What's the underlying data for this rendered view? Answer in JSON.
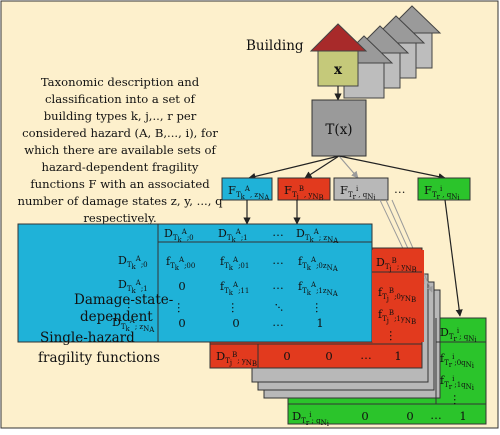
{
  "colors": {
    "background": "#fdf0cc",
    "border": "#333333",
    "roof_red": "#a82a2a",
    "roof_gray": "#9a9a9a",
    "house_body": "#c5c97a",
    "house_body_gray": "#bdbdbd",
    "txbox": "#9a9a9a",
    "type_k": "#1fb2d8",
    "type_j": "#e23a1e",
    "type_r_gray": "#b8b8b8",
    "type_i": "#2bc42b",
    "arrow": "#222222",
    "arrow_gray": "#9a9a9a"
  },
  "building": {
    "label": "Building",
    "variable": "x"
  },
  "transform": {
    "label": "T(x)"
  },
  "description_lines": [
    "Taxonomic description and",
    "classification into a set of",
    "building types k, j,.., r  per",
    "considered hazard (A, B,..., i), for",
    "which there are available sets of",
    "hazard-dependent fragility",
    "functions F with an associated",
    "number of damage states z, y, ..., q",
    "respectively."
  ],
  "caption_lines": [
    "Damage-state-",
    "dependent",
    "Single-hazard",
    "fragility functions"
  ],
  "ellipsis": "…",
  "zero": "0",
  "one": "1",
  "blue_table": {
    "header": {
      "ds0": "D",
      "ds1": "D",
      "dsz": "D"
    },
    "row_labels": [
      "D",
      "D",
      "D"
    ],
    "values": {
      "r0": [
        "f",
        "f",
        "f"
      ],
      "r1": [
        "0",
        "f",
        "f"
      ],
      "rz": [
        "0",
        "0",
        "1"
      ]
    }
  },
  "red_table": {
    "header": "D",
    "rows": [
      "f",
      "f"
    ],
    "bottom_label": "D"
  },
  "green_table": {
    "header": "D",
    "rows": [
      "f",
      "f"
    ],
    "bottom_label": "D"
  },
  "type_boxes": {
    "k": "F",
    "j": "F",
    "r": "F",
    "i": "F"
  }
}
